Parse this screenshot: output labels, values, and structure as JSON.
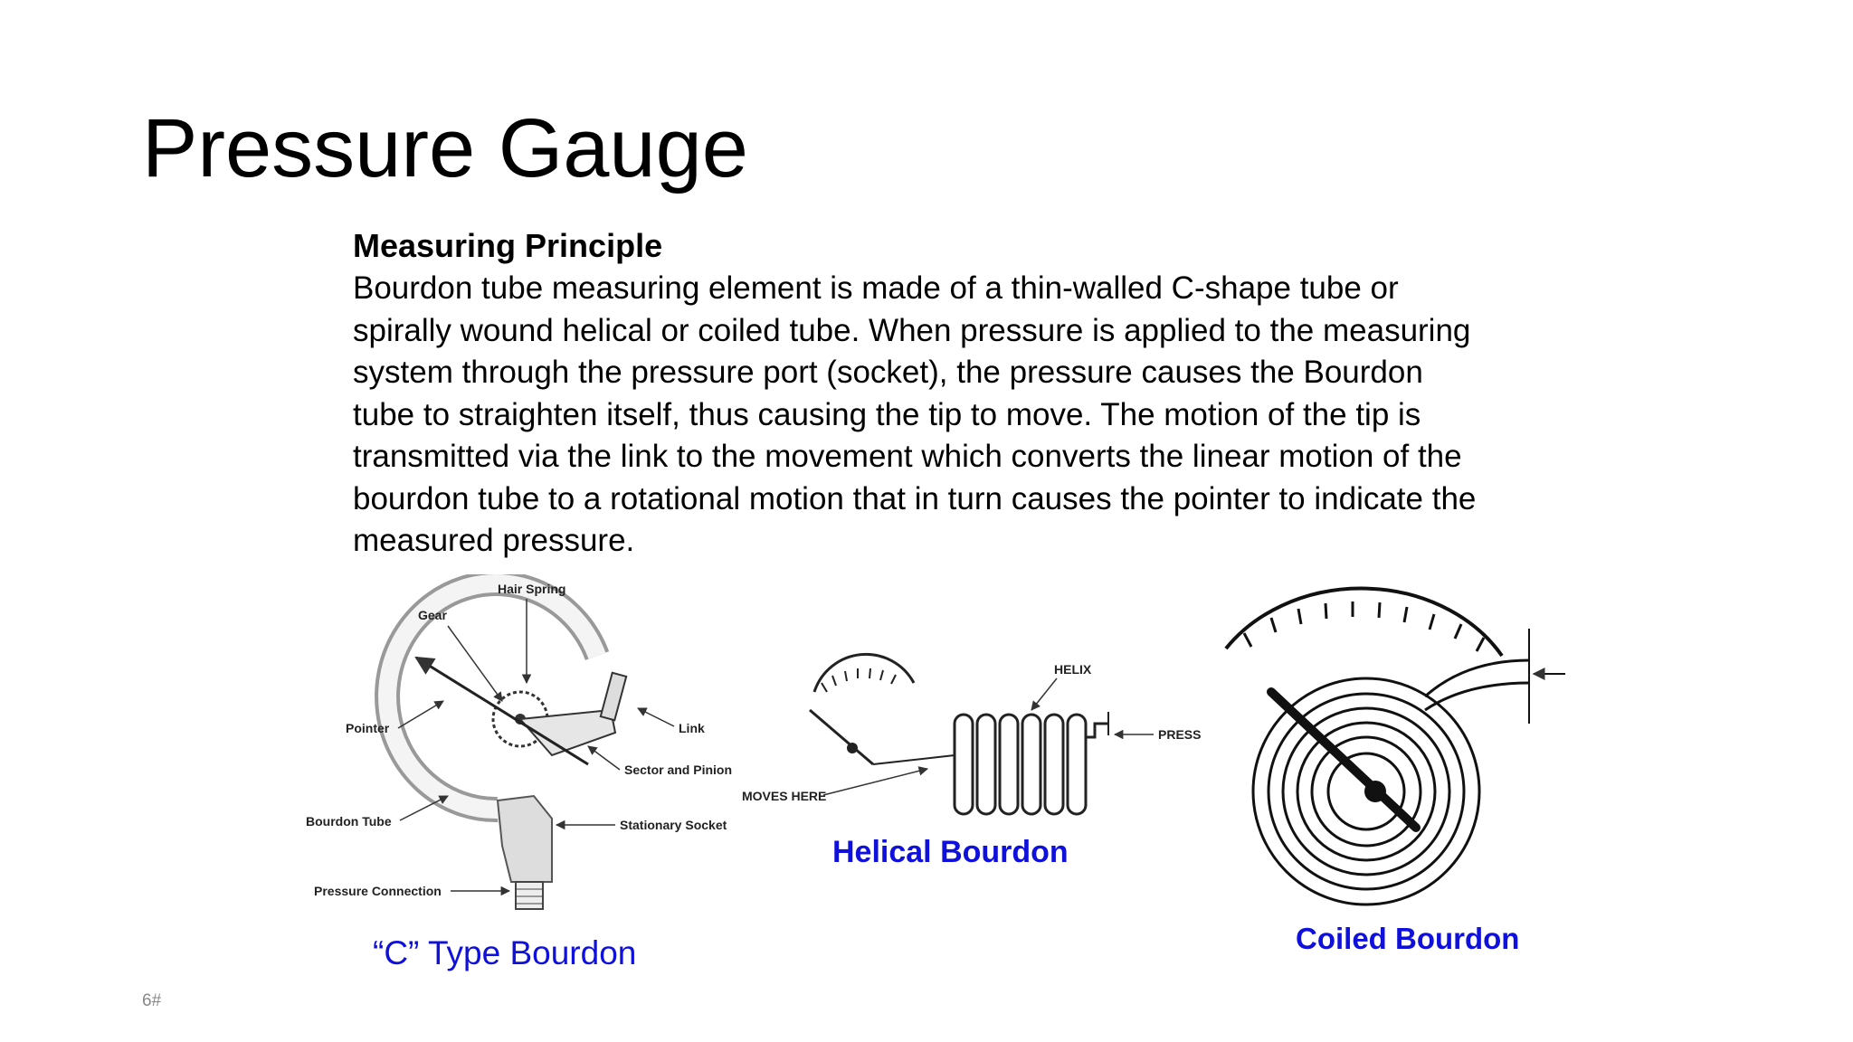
{
  "slide": {
    "title": "Pressure Gauge",
    "page_number": "6#"
  },
  "body": {
    "heading": "Measuring Principle",
    "lines": [
      "Bourdon tube measuring element is made of a thin-walled C-shape tube or",
      "spirally wound helical or coiled tube. When pressure is applied to the measuring",
      "system through the pressure port (socket), the pressure causes the Bourdon",
      "tube to straighten itself, thus causing the tip to move. The motion of the tip is",
      "transmitted via the link to the movement which converts the linear motion of the",
      "bourdon tube to a rotational motion that in turn causes the pointer to indicate the",
      "measured pressure."
    ]
  },
  "figures": {
    "c_type": {
      "caption": "“C” Type Bourdon",
      "labels": {
        "hair_spring": "Hair Spring",
        "gear": "Gear",
        "pointer": "Pointer",
        "link": "Link",
        "sector_pinion": "Sector and Pinion",
        "bourdon_tube": "Bourdon Tube",
        "stationary_socket": "Stationary Socket",
        "pressure_connection": "Pressure Connection"
      }
    },
    "helical": {
      "caption": "Helical Bourdon",
      "labels": {
        "helix": "HELIX",
        "press": "PRESS",
        "moves_here": "MOVES HERE"
      }
    },
    "coiled": {
      "caption": "Coiled Bourdon"
    }
  },
  "colors": {
    "caption_blue": "#1010dd",
    "text": "#000000"
  }
}
